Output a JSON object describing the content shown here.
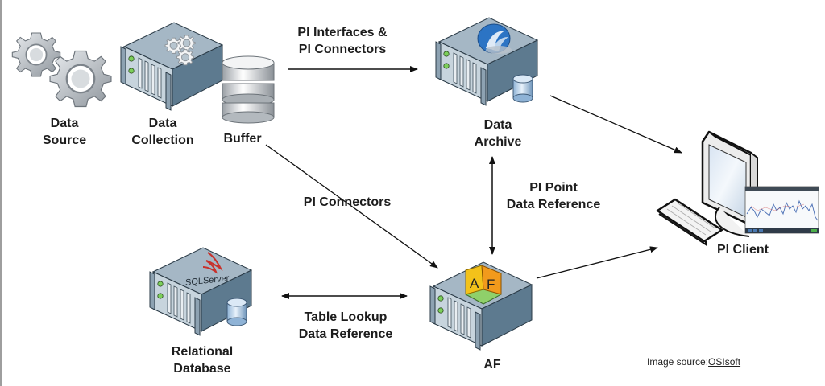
{
  "diagram": {
    "nodes": {
      "data_source": {
        "line1": "Data",
        "line2": "Source"
      },
      "data_collection": {
        "line1": "Data",
        "line2": "Collection"
      },
      "buffer": {
        "line1": "Buffer"
      },
      "data_archive": {
        "line1": "Data",
        "line2": "Archive"
      },
      "pi_client": {
        "line1": "PI Client"
      },
      "relational_db": {
        "line1": "Relational",
        "line2": "Database",
        "badge": "SQLServer"
      },
      "af": {
        "line1": "AF",
        "badge_a": "A",
        "badge_f": "F"
      }
    },
    "edges": {
      "interfaces": {
        "line1": "PI Interfaces &",
        "line2": "PI Connectors"
      },
      "connectors": {
        "line1": "PI Connectors"
      },
      "pi_point": {
        "line1": "PI Point",
        "line2": "Data Reference"
      },
      "table_lookup": {
        "line1": "Table Lookup",
        "line2": "Data Reference"
      }
    }
  },
  "footer": {
    "prefix": "Image source:",
    "link": "OSIsoft"
  },
  "colors": {
    "server_top": "#9fb3c2",
    "server_side": "#5f7d92",
    "server_front": "#c9d6df",
    "led": "#7ccf5a",
    "gear": "#b8bcc2",
    "af_yellow": "#f3c21a",
    "af_orange": "#f29a1c",
    "af_green": "#8fd06a",
    "archive_logo": "#2c74c4"
  }
}
